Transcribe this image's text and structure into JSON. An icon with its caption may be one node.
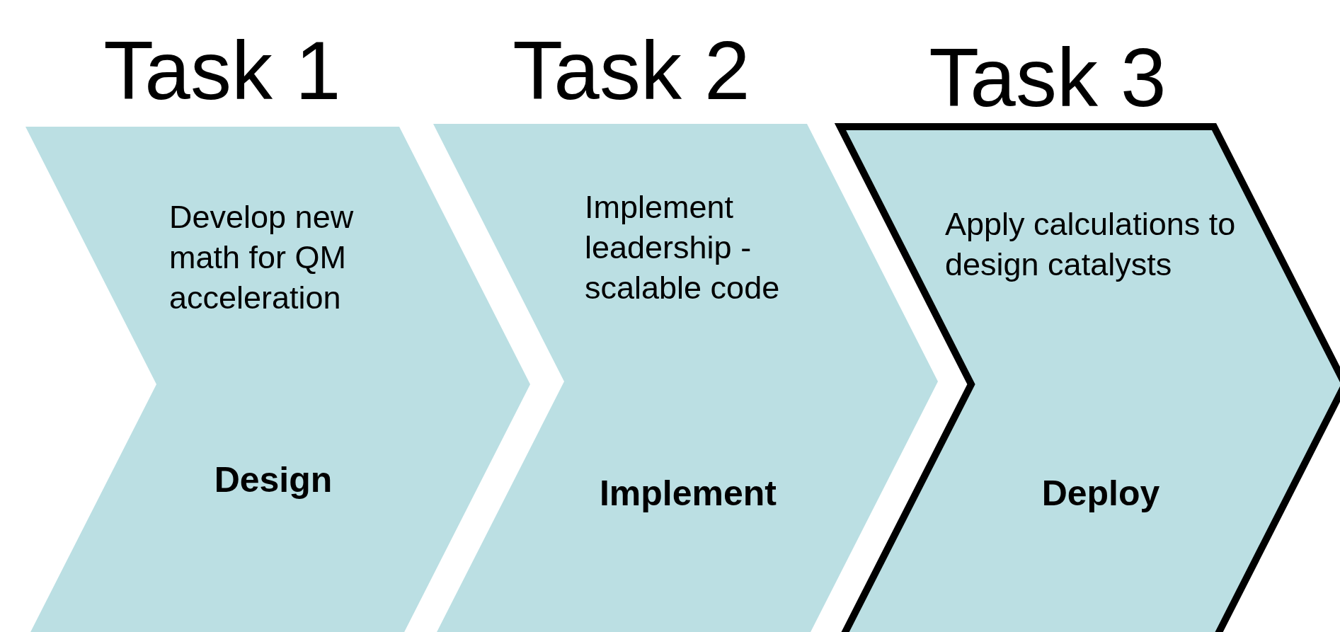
{
  "diagram": {
    "nodes": [
      {
        "text": [
          "Task 1",
          "Develop new math for QM acceleration",
          "Design"
        ]
      },
      {
        "text": [
          "Task 2",
          "Implement leadership - scalable code",
          "Implement"
        ]
      },
      {
        "text": [
          "Task 3",
          "Apply calculations to design catalysts",
          "Deploy"
        ]
      }
    ]
  }
}
